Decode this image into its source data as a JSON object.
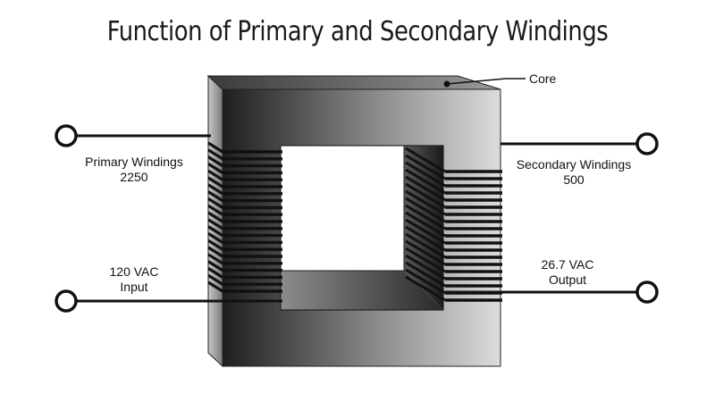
{
  "title": "Function of Primary and Secondary Windings",
  "labels": {
    "core": "Core",
    "primary_name": "Primary Windings",
    "primary_turns": "2250",
    "secondary_name": "Secondary Windings",
    "secondary_turns": "500",
    "input_voltage": "120 VAC",
    "input_label": "Input",
    "output_voltage": "26.7 VAC",
    "output_label": "Output"
  },
  "colors": {
    "core_dark": "#222222",
    "core_light": "#d0d0d0",
    "wire": "#111111"
  }
}
